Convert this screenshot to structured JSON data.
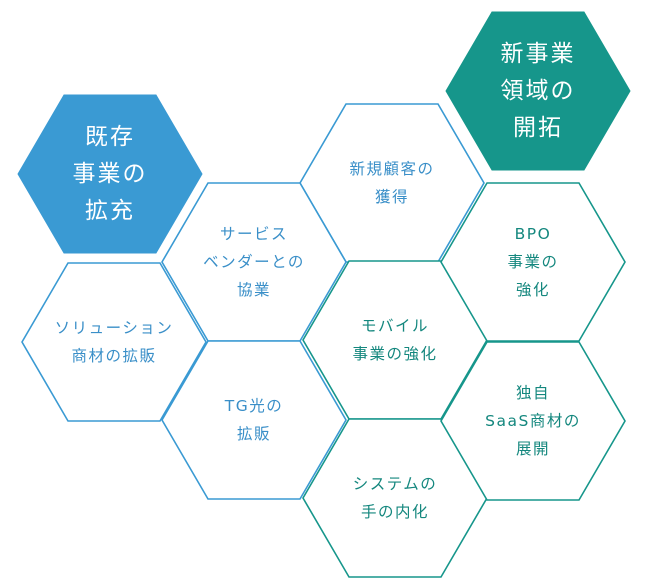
{
  "colors": {
    "blue": "#3a9ad3",
    "teal": "#16968b",
    "blue_text": "#3a8fc8",
    "teal_text": "#14877e",
    "white": "#ffffff"
  },
  "hexes": [
    {
      "id": "existing",
      "style": "filled-blue",
      "lines": [
        "既存",
        "事業の",
        "拡充"
      ]
    },
    {
      "id": "new",
      "style": "filled-teal",
      "lines": [
        "新事業",
        "領域の",
        "開拓"
      ]
    },
    {
      "id": "acquire",
      "style": "outline-blue",
      "lines": [
        "新規顧客の",
        "獲得"
      ]
    },
    {
      "id": "vendor",
      "style": "outline-blue",
      "lines": [
        "サービス",
        "ベンダーとの",
        "協業"
      ]
    },
    {
      "id": "solution",
      "style": "outline-blue",
      "lines": [
        "ソリューション",
        "商材の拡販"
      ]
    },
    {
      "id": "mobile",
      "style": "outline-teal",
      "lines": [
        "モバイル",
        "事業の強化"
      ]
    },
    {
      "id": "tg",
      "style": "outline-blue",
      "lines": [
        "TG光の",
        "拡販"
      ]
    },
    {
      "id": "system",
      "style": "outline-teal",
      "lines": [
        "システムの",
        "手の内化"
      ]
    },
    {
      "id": "bpo",
      "style": "outline-teal",
      "lines": [
        "BPO",
        "事業の",
        "強化"
      ]
    },
    {
      "id": "saas",
      "style": "outline-teal",
      "lines": [
        "独自",
        "SaaS商材の",
        "展開"
      ]
    }
  ]
}
